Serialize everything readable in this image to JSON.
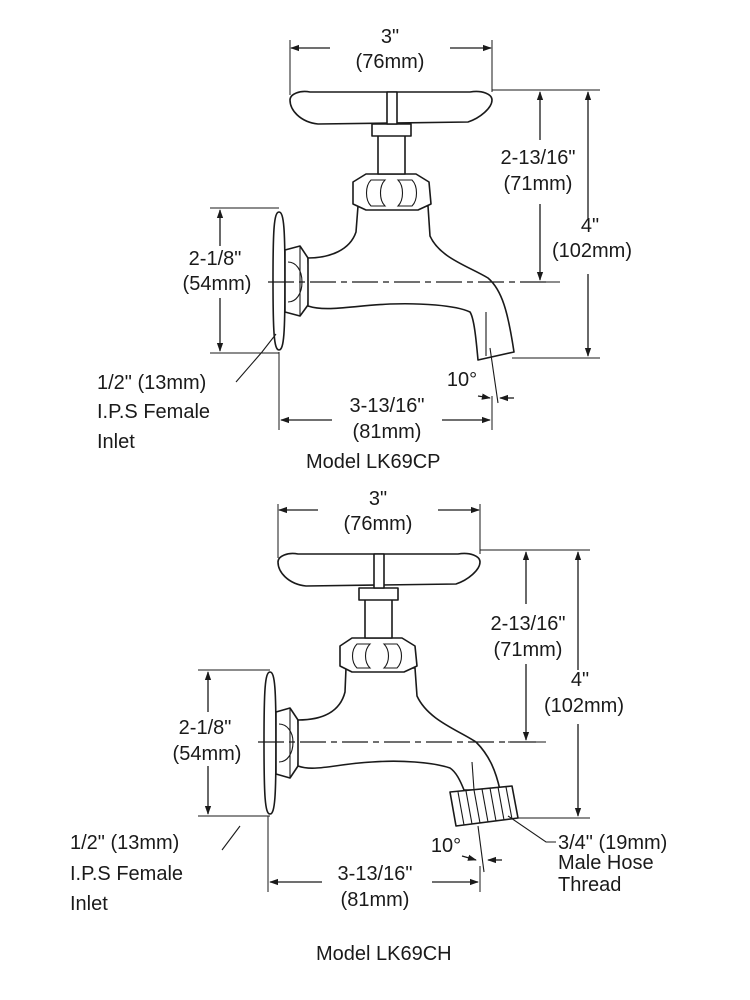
{
  "diagrams": [
    {
      "model_label": "Model LK69CP",
      "dimensions": {
        "handle_width": {
          "imperial": "3\"",
          "metric": "(76mm)"
        },
        "handle_to_spout": {
          "imperial": "2-13/16\"",
          "metric": "(71mm)"
        },
        "overall_height": {
          "imperial": "4\"",
          "metric": "(102mm)"
        },
        "flange_height": {
          "imperial": "2-1/8\"",
          "metric": "(54mm)"
        },
        "projection": {
          "imperial": "3-13/16\"",
          "metric": "(81mm)"
        },
        "spout_angle": "10°"
      },
      "inlet_note": [
        "1/2\" (13mm)",
        "I.P.S Female",
        "Inlet"
      ]
    },
    {
      "model_label": "Model LK69CH",
      "dimensions": {
        "handle_width": {
          "imperial": "3\"",
          "metric": "(76mm)"
        },
        "handle_to_spout": {
          "imperial": "2-13/16\"",
          "metric": "(71mm)"
        },
        "overall_height": {
          "imperial": "4\"",
          "metric": "(102mm)"
        },
        "flange_height": {
          "imperial": "2-1/8\"",
          "metric": "(54mm)"
        },
        "projection": {
          "imperial": "3-13/16\"",
          "metric": "(81mm)"
        },
        "spout_angle": "10°"
      },
      "inlet_note": [
        "1/2\" (13mm)",
        "I.P.S Female",
        "Inlet"
      ],
      "hose_note": [
        "3/4\" (19mm)",
        "Male Hose",
        "Thread"
      ]
    }
  ]
}
